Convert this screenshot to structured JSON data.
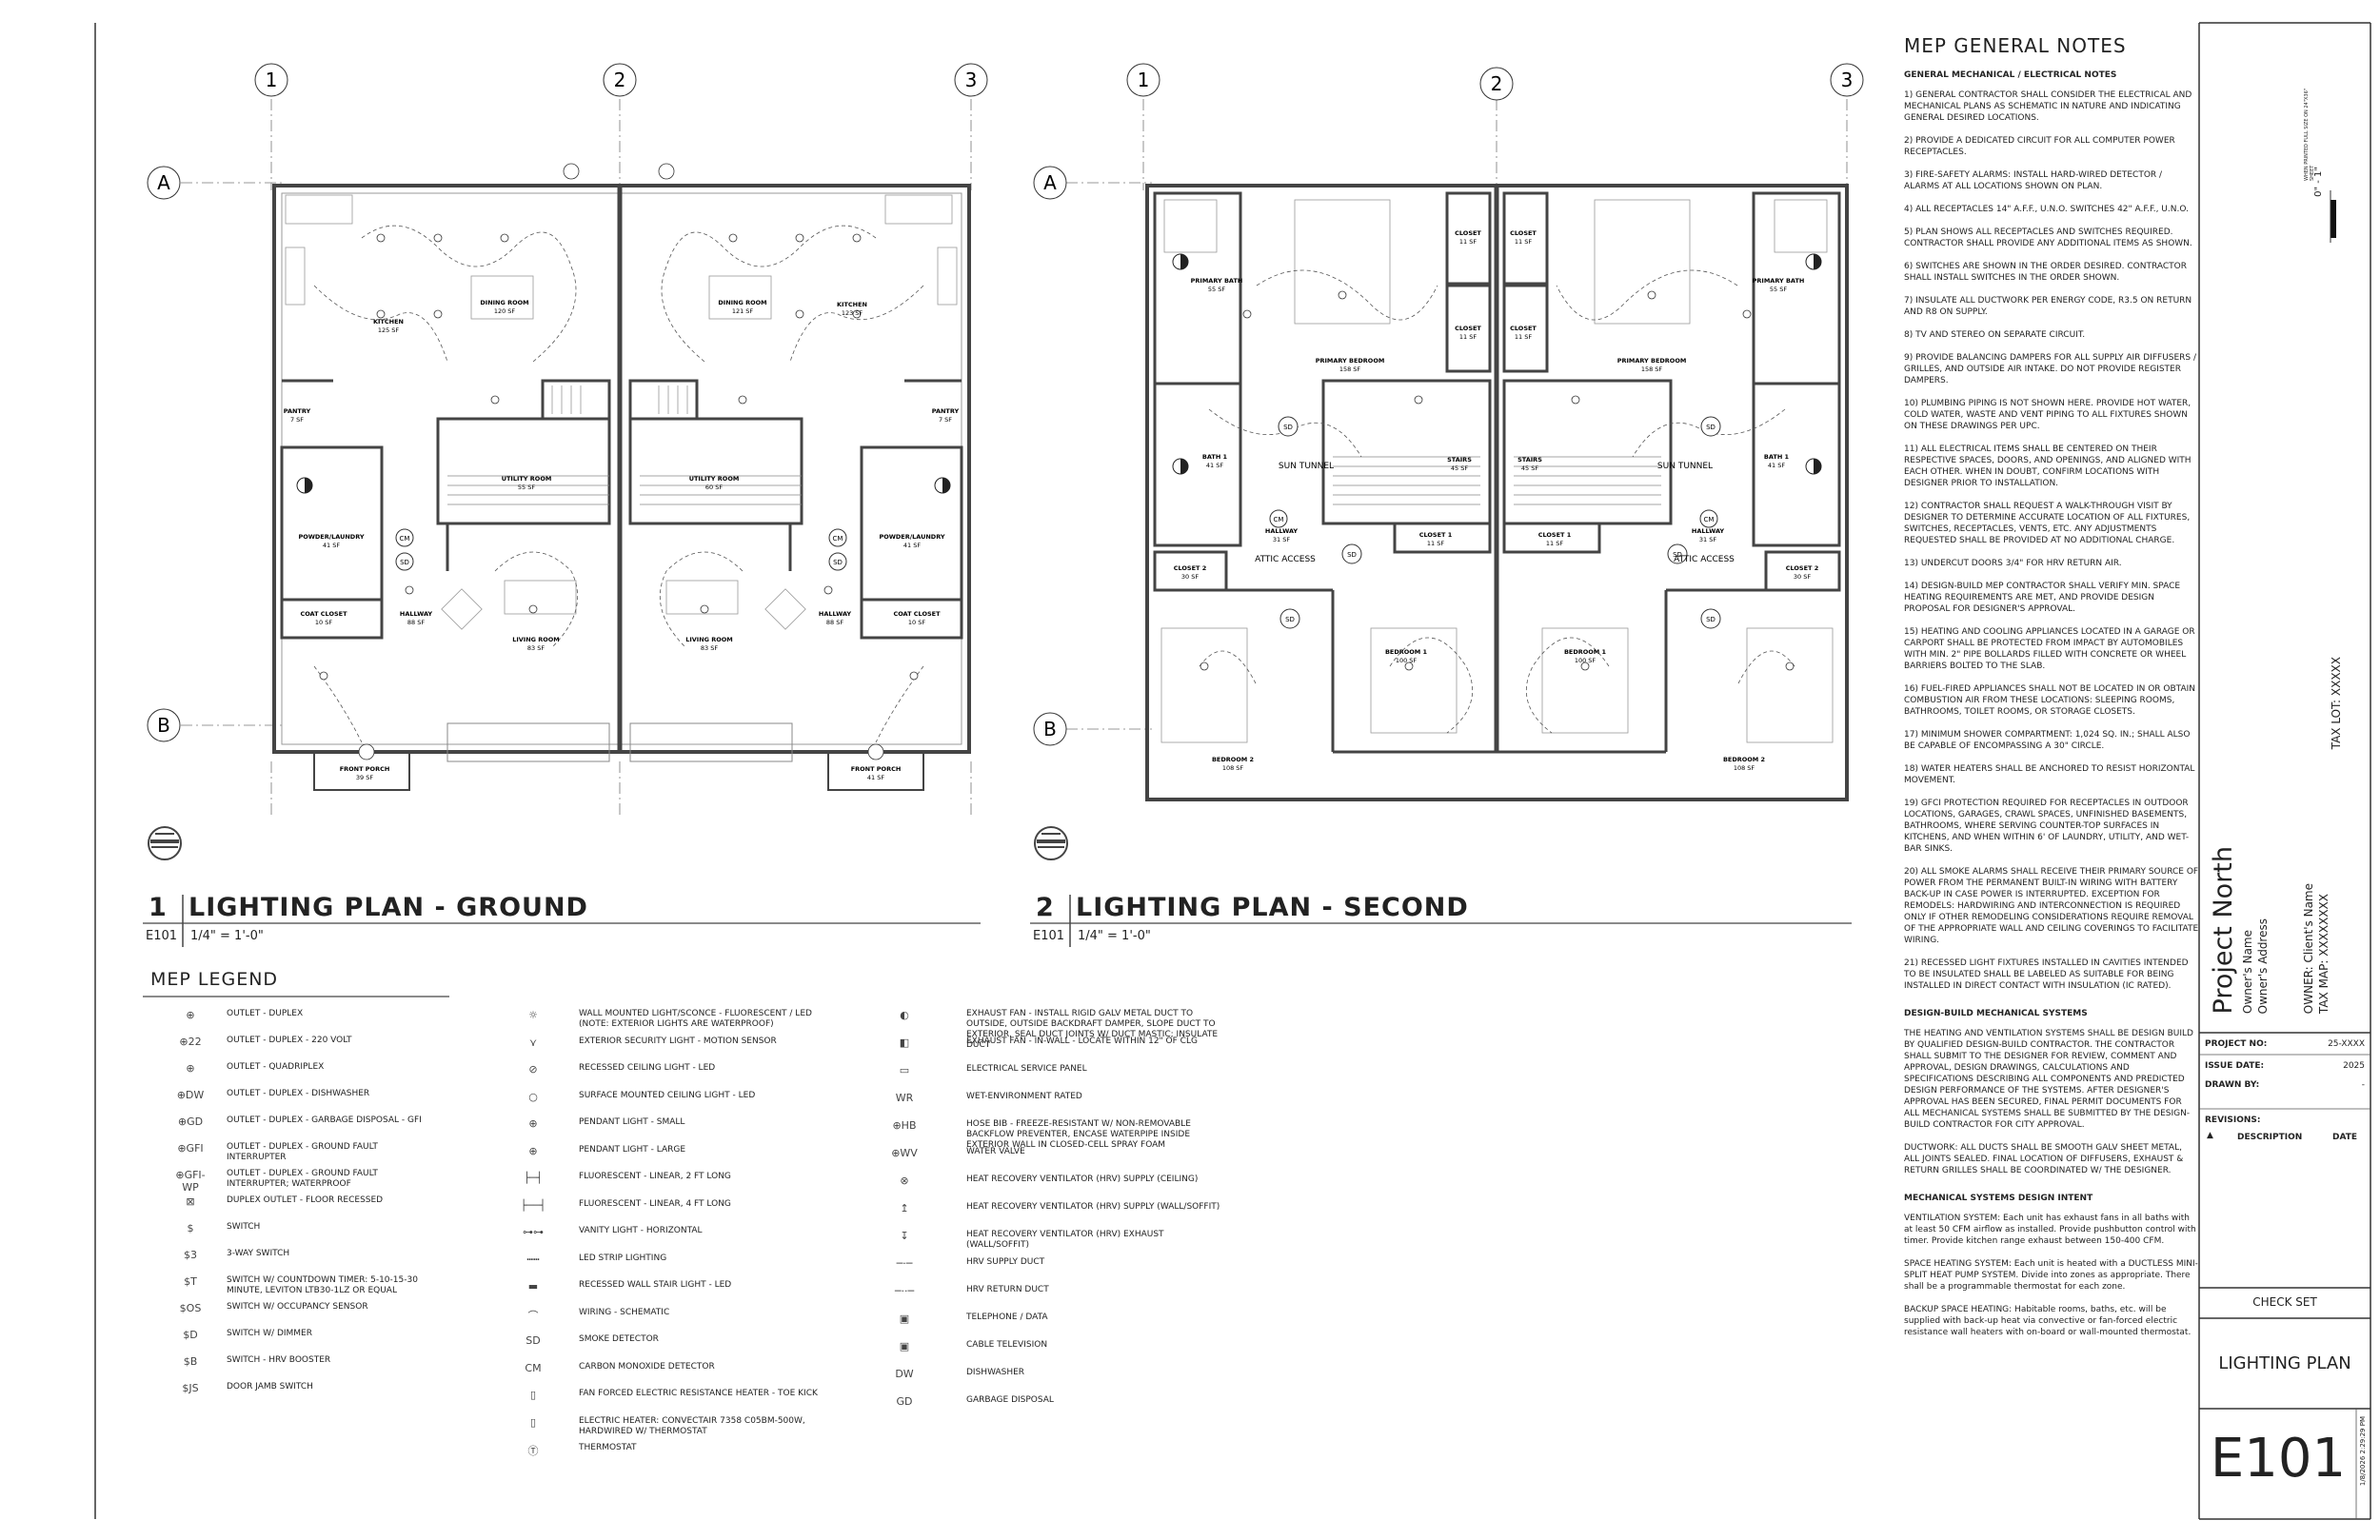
{
  "plans": [
    {
      "number": "1",
      "title": "LIGHTING PLAN - GROUND",
      "sheet": "E101",
      "scale": "1/4\" = 1'-0\""
    },
    {
      "number": "2",
      "title": "LIGHTING PLAN - SECOND",
      "sheet": "E101",
      "scale": "1/4\" = 1'-0\""
    }
  ],
  "grid": {
    "cols": [
      "1",
      "2",
      "3"
    ],
    "rows": [
      "A",
      "B"
    ]
  },
  "ground_rooms": [
    {
      "name": "KITCHEN",
      "area": "125 SF"
    },
    {
      "name": "DINING ROOM",
      "area": "120 SF"
    },
    {
      "name": "DINING ROOM",
      "area": "121 SF"
    },
    {
      "name": "KITCHEN",
      "area": "123 SF"
    },
    {
      "name": "PANTRY",
      "area": "7 SF"
    },
    {
      "name": "PANTRY",
      "area": "7 SF"
    },
    {
      "name": "UTILITY ROOM",
      "area": "55 SF"
    },
    {
      "name": "UTILITY ROOM",
      "area": "60 SF"
    },
    {
      "name": "POWDER/LAUNDRY",
      "area": "41 SF"
    },
    {
      "name": "POWDER/LAUNDRY",
      "area": "41 SF"
    },
    {
      "name": "COAT CLOSET",
      "area": "10 SF"
    },
    {
      "name": "COAT CLOSET",
      "area": "10 SF"
    },
    {
      "name": "HALLWAY",
      "area": "88 SF"
    },
    {
      "name": "HALLWAY",
      "area": "88 SF"
    },
    {
      "name": "LIVING ROOM",
      "area": "83 SF"
    },
    {
      "name": "LIVING ROOM",
      "area": "83 SF"
    },
    {
      "name": "FRONT PORCH",
      "area": "39 SF"
    },
    {
      "name": "FRONT PORCH",
      "area": "41 SF"
    }
  ],
  "second_rooms": [
    {
      "name": "PRIMARY BATH",
      "area": "55 SF"
    },
    {
      "name": "PRIMARY BEDROOM",
      "area": "158 SF"
    },
    {
      "name": "CLOSET",
      "area": "11 SF"
    },
    {
      "name": "CLOSET",
      "area": "11 SF"
    },
    {
      "name": "CLOSET",
      "area": "11 SF"
    },
    {
      "name": "CLOSET",
      "area": "11 SF"
    },
    {
      "name": "PRIMARY BEDROOM",
      "area": "158 SF"
    },
    {
      "name": "PRIMARY BATH",
      "area": "55 SF"
    },
    {
      "name": "BATH 1",
      "area": "41 SF"
    },
    {
      "name": "STAIRS",
      "area": "45 SF"
    },
    {
      "name": "STAIRS",
      "area": "45 SF"
    },
    {
      "name": "BATH 1",
      "area": "41 SF"
    },
    {
      "name": "HALLWAY",
      "area": "31 SF"
    },
    {
      "name": "CLOSET 1",
      "area": "11 SF"
    },
    {
      "name": "CLOSET 1",
      "area": "11 SF"
    },
    {
      "name": "HALLWAY",
      "area": "31 SF"
    },
    {
      "name": "CLOSET 2",
      "area": "30 SF"
    },
    {
      "name": "CLOSET 2",
      "area": "30 SF"
    },
    {
      "name": "BEDROOM 1",
      "area": "100 SF"
    },
    {
      "name": "BEDROOM 1",
      "area": "100 SF"
    },
    {
      "name": "BEDROOM 2",
      "area": "108 SF"
    },
    {
      "name": "BEDROOM 2",
      "area": "108 SF"
    }
  ],
  "second_callouts": {
    "sun_tunnel": "SUN TUNNEL",
    "attic_access": "ATTIC ACCESS",
    "cm": "CM",
    "sd": "SD"
  },
  "legend": {
    "title": "MEP LEGEND",
    "col1": [
      {
        "sym": "⊕",
        "label": "OUTLET - DUPLEX"
      },
      {
        "sym": "⊕22",
        "label": "OUTLET - DUPLEX - 220 VOLT"
      },
      {
        "sym": "⊕",
        "label": "OUTLET - QUADRIPLEX"
      },
      {
        "sym": "⊕DW",
        "label": "OUTLET - DUPLEX - DISHWASHER"
      },
      {
        "sym": "⊕GD",
        "label": "OUTLET - DUPLEX - GARBAGE DISPOSAL - GFI"
      },
      {
        "sym": "⊕GFI",
        "label": "OUTLET - DUPLEX - GROUND FAULT INTERRUPTER"
      },
      {
        "sym": "⊕GFI-WP",
        "label": "OUTLET - DUPLEX - GROUND FAULT INTERRUPTER; WATERPROOF"
      },
      {
        "sym": "⊠",
        "label": "DUPLEX OUTLET - FLOOR RECESSED"
      },
      {
        "sym": "$",
        "label": "SWITCH"
      },
      {
        "sym": "$3",
        "label": "3-WAY SWITCH"
      },
      {
        "sym": "$T",
        "label": "SWITCH W/ COUNTDOWN TIMER: 5-10-15-30 MINUTE, LEVITON LTB30-1LZ OR EQUAL"
      },
      {
        "sym": "$OS",
        "label": "SWITCH W/ OCCUPANCY SENSOR"
      },
      {
        "sym": "$D",
        "label": "SWITCH W/ DIMMER"
      },
      {
        "sym": "$B",
        "label": "SWITCH - HRV BOOSTER"
      },
      {
        "sym": "$JS",
        "label": "DOOR JAMB SWITCH"
      }
    ],
    "col2": [
      {
        "sym": "☼",
        "label": "WALL MOUNTED LIGHT/SCONCE - FLUORESCENT / LED (NOTE: EXTERIOR LIGHTS ARE WATERPROOF)"
      },
      {
        "sym": "⋎",
        "label": "EXTERIOR SECURITY LIGHT - MOTION SENSOR"
      },
      {
        "sym": "⊘",
        "label": "RECESSED CEILING LIGHT - LED"
      },
      {
        "sym": "○",
        "label": "SURFACE MOUNTED CEILING LIGHT - LED"
      },
      {
        "sym": "⊕",
        "label": "PENDANT LIGHT - SMALL"
      },
      {
        "sym": "⊕",
        "label": "PENDANT LIGHT - LARGE"
      },
      {
        "sym": "├─┤",
        "label": "FLUORESCENT - LINEAR, 2 FT LONG"
      },
      {
        "sym": "├──┤",
        "label": "FLUORESCENT - LINEAR, 4 FT LONG"
      },
      {
        "sym": "⊶⊶",
        "label": "VANITY LIGHT - HORIZONTAL"
      },
      {
        "sym": "┅┅",
        "label": "LED STRIP LIGHTING"
      },
      {
        "sym": "▬",
        "label": "RECESSED WALL STAIR LIGHT - LED"
      },
      {
        "sym": "⌒",
        "label": "WIRING - SCHEMATIC"
      },
      {
        "sym": "SD",
        "label": "SMOKE DETECTOR"
      },
      {
        "sym": "CM",
        "label": "CARBON MONOXIDE DETECTOR"
      },
      {
        "sym": "▯",
        "label": "FAN FORCED ELECTRIC RESISTANCE HEATER - TOE KICK"
      },
      {
        "sym": "▯",
        "label": "ELECTRIC HEATER: CONVECTAIR 7358 C05BM-500W, HARDWIRED W/ THERMOSTAT"
      },
      {
        "sym": "Ⓣ",
        "label": "THERMOSTAT"
      }
    ],
    "col3": [
      {
        "sym": "◐",
        "label": "EXHAUST FAN - INSTALL RIGID GALV METAL DUCT TO OUTSIDE, OUTSIDE BACKDRAFT DAMPER, SLOPE DUCT TO EXTERIOR, SEAL DUCT JOINTS W/ DUCT MASTIC; INSULATE DUCT"
      },
      {
        "sym": "◧",
        "label": "EXHAUST FAN - IN-WALL - LOCATE WITHIN 12\" OF CLG"
      },
      {
        "sym": "▭",
        "label": "ELECTRICAL SERVICE PANEL"
      },
      {
        "sym": "WR",
        "label": "WET-ENVIRONMENT RATED"
      },
      {
        "sym": "⊕HB",
        "label": "HOSE BIB - FREEZE-RESISTANT W/ NON-REMOVABLE BACKFLOW PREVENTER, ENCASE WATERPIPE INSIDE EXTERIOR WALL IN CLOSED-CELL SPRAY FOAM"
      },
      {
        "sym": "⊕WV",
        "label": "WATER VALVE"
      },
      {
        "sym": "⊗",
        "label": "HEAT RECOVERY VENTILATOR (HRV) SUPPLY (CEILING)"
      },
      {
        "sym": "↥",
        "label": "HEAT RECOVERY VENTILATOR (HRV) SUPPLY (WALL/SOFFIT)"
      },
      {
        "sym": "↧",
        "label": "HEAT RECOVERY VENTILATOR (HRV) EXHAUST (WALL/SOFFIT)"
      },
      {
        "sym": "─·─",
        "label": "HRV SUPPLY DUCT"
      },
      {
        "sym": "─··─",
        "label": "HRV RETURN DUCT"
      },
      {
        "sym": "▣",
        "label": "TELEPHONE / DATA"
      },
      {
        "sym": "▣",
        "label": "CABLE TELEVISION"
      },
      {
        "sym": "DW",
        "label": "DISHWASHER"
      },
      {
        "sym": "GD",
        "label": "GARBAGE DISPOSAL"
      }
    ]
  },
  "notes": {
    "title": "MEP GENERAL NOTES",
    "general_heading": "GENERAL MECHANICAL / ELECTRICAL NOTES",
    "general": [
      "1) GENERAL CONTRACTOR SHALL CONSIDER THE ELECTRICAL AND MECHANICAL PLANS AS SCHEMATIC IN NATURE AND INDICATING GENERAL DESIRED LOCATIONS.",
      "2) PROVIDE A DEDICATED CIRCUIT FOR ALL COMPUTER POWER RECEPTACLES.",
      "3) FIRE-SAFETY ALARMS: INSTALL HARD-WIRED DETECTOR / ALARMS AT ALL LOCATIONS SHOWN ON PLAN.",
      "4) ALL RECEPTACLES 14\" A.F.F., U.N.O. SWITCHES 42\" A.F.F., U.N.O.",
      "5) PLAN SHOWS ALL RECEPTACLES AND SWITCHES REQUIRED. CONTRACTOR SHALL PROVIDE ANY ADDITIONAL ITEMS AS SHOWN.",
      "6) SWITCHES ARE SHOWN IN THE ORDER DESIRED. CONTRACTOR SHALL INSTALL SWITCHES IN THE ORDER SHOWN.",
      "7) INSULATE ALL DUCTWORK PER ENERGY CODE, R3.5 ON RETURN AND R8 ON SUPPLY.",
      "8) TV AND STEREO ON SEPARATE CIRCUIT.",
      "9) PROVIDE BALANCING DAMPERS FOR ALL SUPPLY AIR DIFFUSERS / GRILLES, AND OUTSIDE AIR INTAKE. DO NOT PROVIDE REGISTER DAMPERS.",
      "10) PLUMBING PIPING IS NOT SHOWN HERE. PROVIDE HOT WATER, COLD WATER, WASTE AND VENT PIPING TO ALL FIXTURES SHOWN ON THESE DRAWINGS PER UPC.",
      "11) ALL ELECTRICAL ITEMS SHALL BE CENTERED ON THEIR RESPECTIVE SPACES, DOORS, AND OPENINGS, AND ALIGNED WITH EACH OTHER. WHEN IN DOUBT, CONFIRM LOCATIONS WITH DESIGNER PRIOR TO INSTALLATION.",
      "12) CONTRACTOR SHALL REQUEST A WALK-THROUGH VISIT BY DESIGNER TO DETERMINE ACCURATE LOCATION OF ALL FIXTURES, SWITCHES, RECEPTACLES, VENTS, ETC. ANY ADJUSTMENTS REQUESTED SHALL BE PROVIDED AT NO ADDITIONAL CHARGE.",
      "13) UNDERCUT DOORS 3/4\" FOR HRV RETURN AIR.",
      "14) DESIGN-BUILD MEP CONTRACTOR SHALL VERIFY MIN. SPACE HEATING REQUIREMENTS ARE MET, AND PROVIDE DESIGN PROPOSAL FOR DESIGNER'S APPROVAL.",
      "15) HEATING AND COOLING APPLIANCES LOCATED IN A GARAGE OR CARPORT SHALL BE PROTECTED FROM IMPACT BY AUTOMOBILES WITH MIN. 2\" PIPE BOLLARDS FILLED WITH CONCRETE OR WHEEL BARRIERS BOLTED TO THE SLAB.",
      "16) FUEL-FIRED APPLIANCES SHALL NOT BE LOCATED IN OR OBTAIN COMBUSTION AIR FROM THESE LOCATIONS: SLEEPING ROOMS, BATHROOMS, TOILET ROOMS, OR STORAGE CLOSETS.",
      "17) MINIMUM SHOWER COMPARTMENT: 1,024 SQ. IN.; SHALL ALSO BE CAPABLE OF ENCOMPASSING A 30\" CIRCLE.",
      "18) WATER HEATERS SHALL BE ANCHORED TO RESIST HORIZONTAL MOVEMENT.",
      "19) GFCI PROTECTION REQUIRED FOR RECEPTACLES IN OUTDOOR LOCATIONS, GARAGES, CRAWL SPACES, UNFINISHED BASEMENTS, BATHROOMS, WHERE SERVING COUNTER-TOP SURFACES IN KITCHENS, AND WHEN WITHIN 6' OF LAUNDRY, UTILITY, AND WET-BAR SINKS.",
      "20) ALL SMOKE ALARMS SHALL RECEIVE THEIR PRIMARY SOURCE OF POWER FROM THE PERMANENT BUILT-IN WIRING WITH BATTERY BACK-UP IN CASE POWER IS INTERRUPTED. EXCEPTION FOR REMODELS: HARDWIRING AND INTERCONNECTION IS REQUIRED ONLY IF OTHER REMODELING CONSIDERATIONS REQUIRE REMOVAL OF THE APPROPRIATE WALL AND CEILING COVERINGS TO FACILITATE WIRING.",
      "21) RECESSED LIGHT FIXTURES INSTALLED IN CAVITIES INTENDED TO BE INSULATED SHALL BE LABELED AS SUITABLE FOR BEING INSTALLED IN DIRECT CONTACT WITH INSULATION (IC RATED)."
    ],
    "design_build_heading": "DESIGN-BUILD MECHANICAL SYSTEMS",
    "design_build": [
      "THE HEATING AND VENTILATION SYSTEMS SHALL BE DESIGN BUILD BY QUALIFIED DESIGN-BUILD CONTRACTOR. THE CONTRACTOR SHALL SUBMIT TO THE DESIGNER FOR REVIEW, COMMENT AND APPROVAL, DESIGN DRAWINGS, CALCULATIONS AND SPECIFICATIONS DESCRIBING ALL COMPONENTS AND PREDICTED DESIGN PERFORMANCE OF THE SYSTEMS. AFTER DESIGNER'S APPROVAL HAS BEEN SECURED, FINAL PERMIT DOCUMENTS FOR ALL MECHANICAL SYSTEMS SHALL BE SUBMITTED BY THE DESIGN-BUILD CONTRACTOR FOR CITY APPROVAL.",
      "DUCTWORK: ALL DUCTS SHALL BE SMOOTH GALV SHEET METAL, ALL JOINTS SEALED. FINAL LOCATION OF DIFFUSERS, EXHAUST & RETURN GRILLES SHALL BE COORDINATED W/ THE DESIGNER."
    ],
    "intent_heading": "MECHANICAL SYSTEMS DESIGN INTENT",
    "intent": [
      "VENTILATION SYSTEM: Each unit has exhaust fans in all baths with at least 50 CFM airflow as installed. Provide pushbutton control with timer. Provide kitchen range exhaust between 150-400 CFM.",
      "SPACE HEATING SYSTEM: Each unit is heated with a DUCTLESS MINI-SPLIT HEAT PUMP SYSTEM. Divide into zones as appropriate. There shall be a programmable thermostat for each zone.",
      "BACKUP SPACE HEATING: Habitable rooms, baths, etc. will be supplied with back-up heat via convective or fan-forced electric resistance wall heaters with on-board or wall-mounted thermostat."
    ]
  },
  "titleblock": {
    "project": "Project North",
    "owner_name": "Owner's Name",
    "owner_address": "Owner's Address",
    "owner_client": "OWNER: Client's Name",
    "tax_map": "TAX MAP: XXXXXXXX",
    "tax_lot": "TAX LOT: XXXXX",
    "scale_note": "WHEN PRINTED FULL SIZE ON 24\"X36\" SHEET",
    "scale_bar": "0\" - 1\"",
    "project_no_label": "PROJECT NO:",
    "project_no": "25-XXXX",
    "issue_date_label": "ISSUE DATE:",
    "issue_date": "2025",
    "drawn_by_label": "DRAWN BY:",
    "drawn_by": "-",
    "revisions_label": "REVISIONS:",
    "rev_desc": "DESCRIPTION",
    "rev_date": "DATE",
    "set": "CHECK SET",
    "sheet_title": "LIGHTING PLAN",
    "sheet_number": "E101",
    "timestamp": "1/8/2026 2:29:29 PM"
  }
}
